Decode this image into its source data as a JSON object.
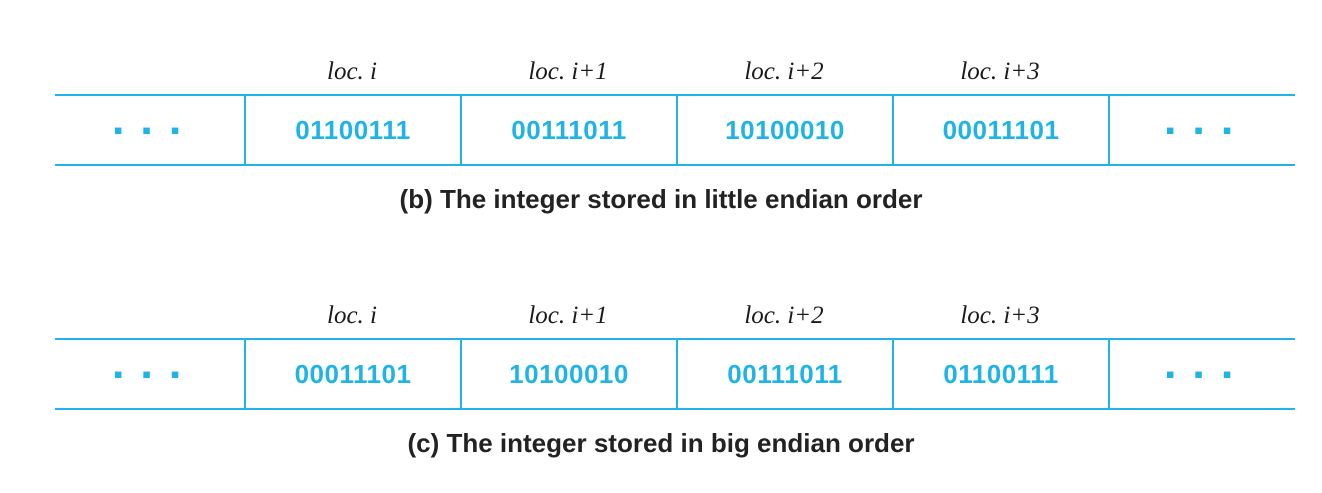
{
  "panels": [
    {
      "locations": [
        "loc. i",
        "loc. i+1",
        "loc. i+2",
        "loc. i+3"
      ],
      "ellipsis": "▪ ▪ ▪",
      "bytes": [
        "01100111",
        "00111011",
        "10100010",
        "00011101"
      ],
      "caption": "(b)  The integer stored in little endian order"
    },
    {
      "locations": [
        "loc. i",
        "loc. i+1",
        "loc. i+2",
        "loc. i+3"
      ],
      "ellipsis": "▪ ▪ ▪",
      "bytes": [
        "00011101",
        "10100010",
        "00111011",
        "01100111"
      ],
      "caption": "(c)  The integer stored in big endian order"
    }
  ],
  "colors": {
    "accent": "#1fb3e6",
    "caption": "#222222"
  }
}
